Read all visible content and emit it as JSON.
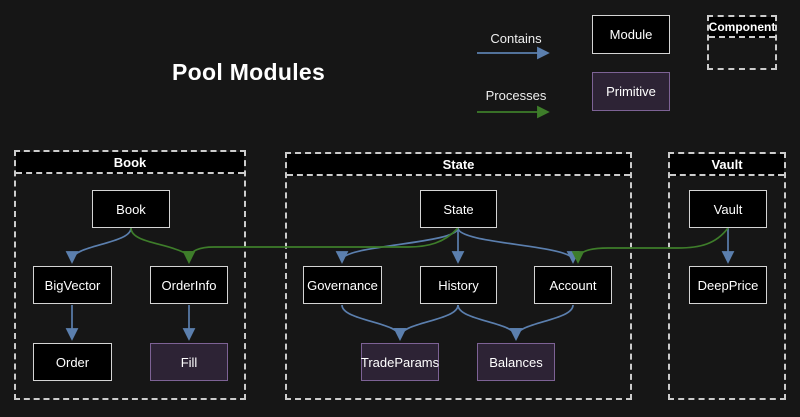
{
  "title": "Pool Modules",
  "legend": {
    "contains_label": "Contains",
    "processes_label": "Processes",
    "module_label": "Module",
    "primitive_label": "Primitive",
    "component_label": "Component"
  },
  "groups": {
    "book": {
      "title": "Book"
    },
    "state": {
      "title": "State"
    },
    "vault": {
      "title": "Vault"
    }
  },
  "nodes": {
    "book": "Book",
    "bigvector": "BigVector",
    "orderinfo": "OrderInfo",
    "order": "Order",
    "fill": "Fill",
    "state": "State",
    "governance": "Governance",
    "history": "History",
    "account": "Account",
    "tradeparams": "TradeParams",
    "balances": "Balances",
    "vault": "Vault",
    "deepprice": "DeepPrice"
  },
  "edges": [
    {
      "from": "Book",
      "to": "BigVector",
      "type": "contains"
    },
    {
      "from": "Book",
      "to": "OrderInfo",
      "type": "processes"
    },
    {
      "from": "BigVector",
      "to": "Order",
      "type": "contains"
    },
    {
      "from": "OrderInfo",
      "to": "Fill",
      "type": "contains"
    },
    {
      "from": "State",
      "to": "Governance",
      "type": "contains"
    },
    {
      "from": "State",
      "to": "History",
      "type": "contains"
    },
    {
      "from": "State",
      "to": "Account",
      "type": "contains"
    },
    {
      "from": "State",
      "to": "OrderInfo",
      "type": "processes"
    },
    {
      "from": "Governance",
      "to": "TradeParams",
      "type": "contains"
    },
    {
      "from": "History",
      "to": "TradeParams",
      "type": "contains"
    },
    {
      "from": "History",
      "to": "Balances",
      "type": "contains"
    },
    {
      "from": "Account",
      "to": "Balances",
      "type": "contains"
    },
    {
      "from": "Vault",
      "to": "DeepPrice",
      "type": "contains"
    },
    {
      "from": "Vault",
      "to": "Account",
      "type": "processes"
    }
  ],
  "colors": {
    "page_bg": "#161616",
    "text_color": "#ffffff",
    "node_fill": "#000000",
    "node_border": "#d4d4d4",
    "primitive_fill": "#2d2335",
    "primitive_border": "#7d6295",
    "dash_color": "#cccccc",
    "contains": "#5b7fae",
    "processes": "#3e7d2a"
  }
}
